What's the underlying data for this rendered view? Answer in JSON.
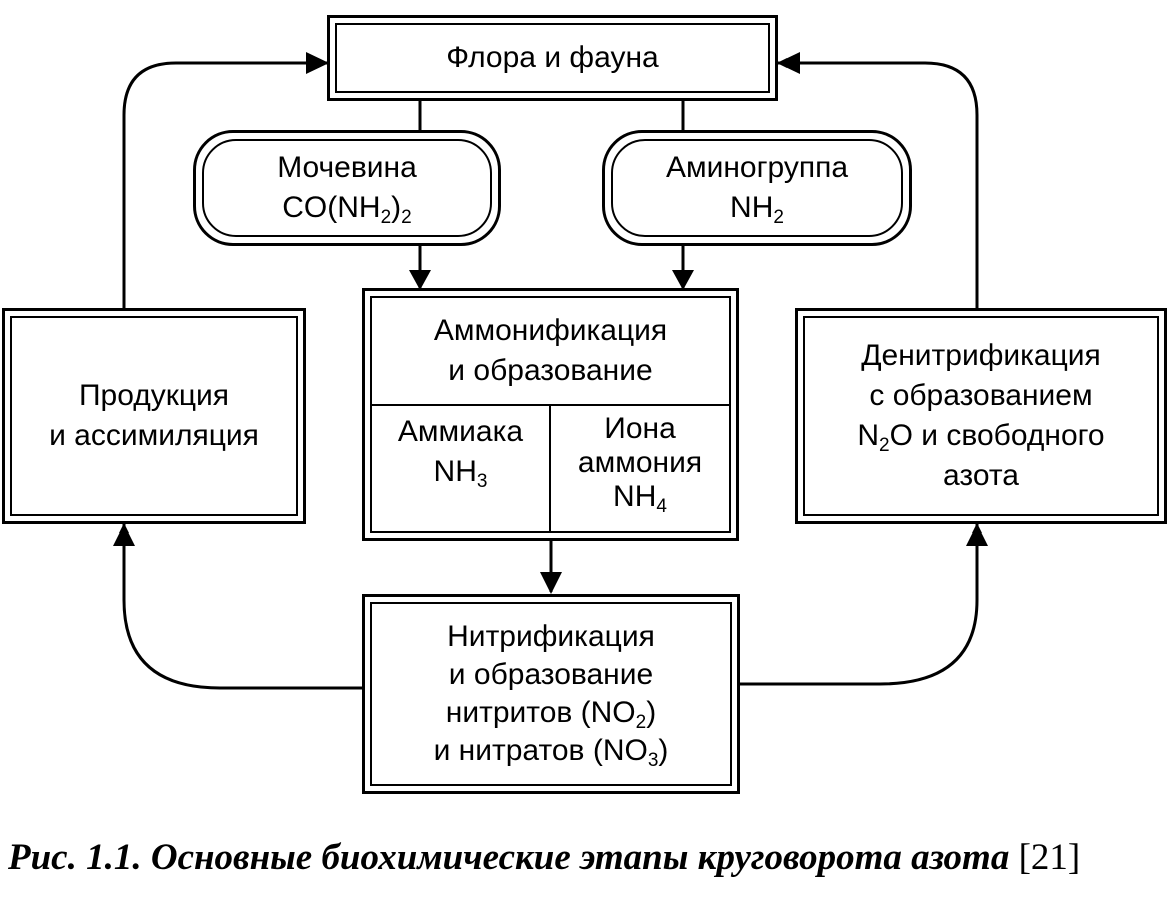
{
  "nodes": {
    "flora": {
      "label": "Флора и фауна"
    },
    "urea": {
      "line1": "Мочевина",
      "formula": [
        "CO(NH",
        "2",
        ")",
        "2"
      ]
    },
    "amino": {
      "line1": "Аминогруппа",
      "formula": [
        "NH",
        "2"
      ]
    },
    "ammon": {
      "header": [
        "Аммонификация",
        "и образование"
      ],
      "left": {
        "line1": "Аммиака",
        "formula": [
          "NH",
          "3"
        ]
      },
      "right": {
        "line1": "Иона",
        "line2": "аммония",
        "formula": [
          "NH",
          "4"
        ]
      }
    },
    "production": {
      "lines": [
        "Продукция",
        "и ассимиляция"
      ]
    },
    "denitr": {
      "line1": "Денитрификация",
      "line2": "с образованием",
      "line3": [
        "N",
        "2",
        "O и свободного"
      ],
      "line4": "азота"
    },
    "nitr": {
      "line1": "Нитрификация",
      "line2": "и образование",
      "line3": [
        "нитритов (NO",
        "2",
        ")"
      ],
      "line4": [
        "и нитратов (NO",
        "3",
        ")"
      ]
    }
  },
  "caption": {
    "text": "Рис. 1.1. Основные биохимические этапы круговорота азота",
    "ref": "[21]"
  }
}
